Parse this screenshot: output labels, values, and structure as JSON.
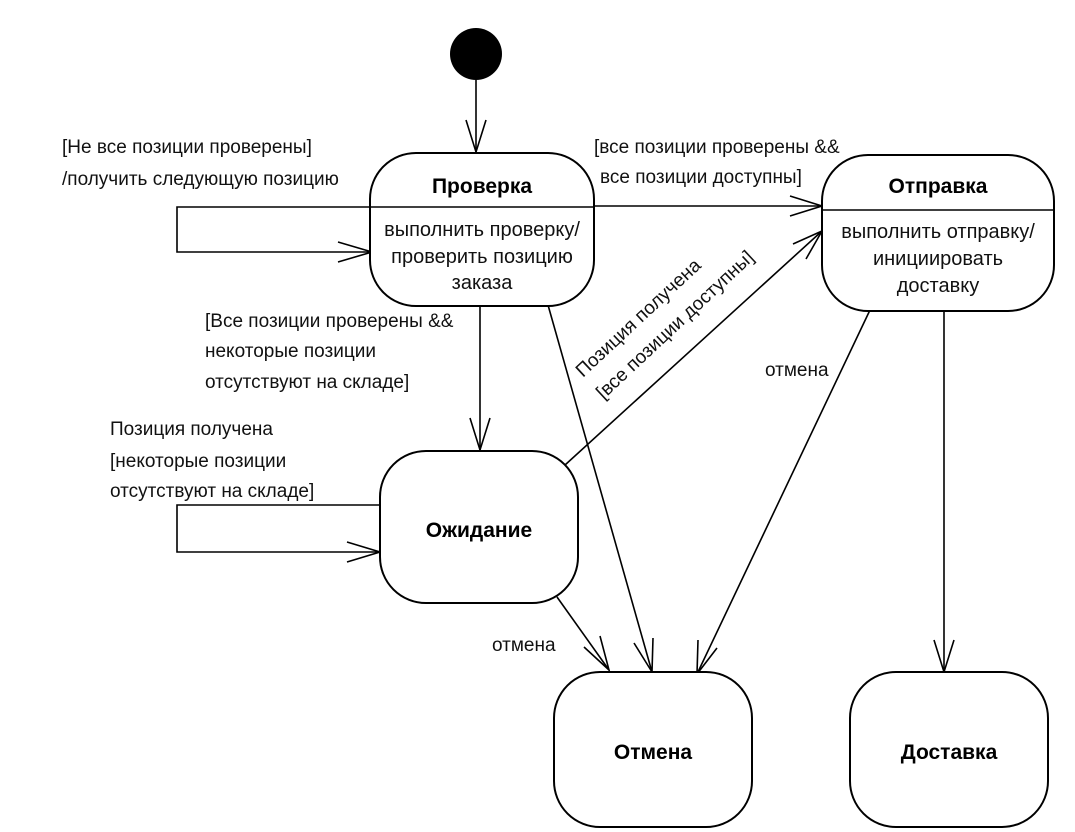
{
  "states": {
    "proverka": {
      "name": "Проверка",
      "activity": [
        "выполнить проверку/",
        "проверить позицию",
        "заказа"
      ]
    },
    "otpravka": {
      "name": "Отправка",
      "activity": [
        "выполнить отправку/",
        "инициировать",
        "доставку"
      ]
    },
    "ozhidanie": {
      "name": "Ожидание"
    },
    "otmena": {
      "name": "Отмена"
    },
    "dostavka": {
      "name": "Доставка"
    }
  },
  "transitions": {
    "self_proverka": [
      "[Не все позиции проверены]",
      "/получить следующую позицию"
    ],
    "proverka_to_otpravka": [
      "[все позиции проверены &&",
      "все позиции доступны]"
    ],
    "proverka_to_ozhidanie": [
      "[Все позиции проверены &&",
      "некоторые позиции",
      "отсутствуют на складе]"
    ],
    "self_ozhidanie": [
      "Позиция получена",
      "[некоторые позиции",
      "отсутствуют на складе]"
    ],
    "ozhidanie_to_otpravka": [
      "Позиция получена",
      "[все позиции доступны]"
    ],
    "otpravka_to_otmena": "отмена",
    "ozhidanie_to_otmena": "отмена"
  }
}
